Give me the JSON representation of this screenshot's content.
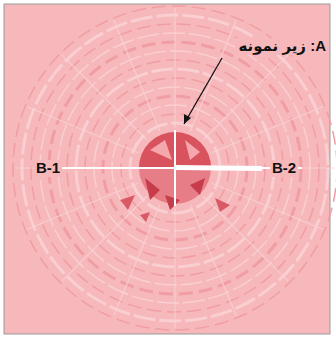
{
  "diagram": {
    "labels": [
      "زیر نمونه :A",
      "B-1",
      "B-2"
    ]
  }
}
